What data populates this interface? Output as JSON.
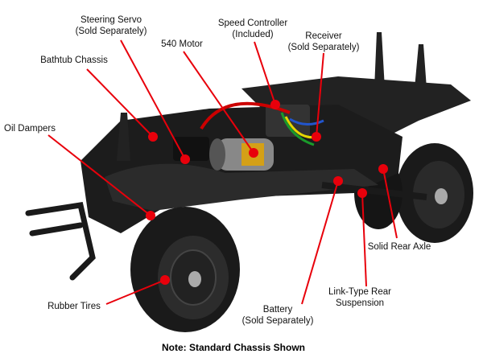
{
  "labels": {
    "steering_servo": {
      "line1": "Steering Servo",
      "line2": "(Sold Separately)"
    },
    "speed_controller": {
      "line1": "Speed Controller",
      "line2": "(Included)"
    },
    "motor": {
      "line1": "540 Motor"
    },
    "receiver": {
      "line1": "Receiver",
      "line2": "(Sold Separately)"
    },
    "bathtub_chassis": {
      "line1": "Bathtub Chassis"
    },
    "oil_dampers": {
      "line1": "Oil Dampers"
    },
    "rubber_tires": {
      "line1": "Rubber Tires"
    },
    "battery": {
      "line1": "Battery",
      "line2": "(Sold Separately)"
    },
    "link_suspension": {
      "line1": "Link-Type Rear",
      "line2": "Suspension"
    },
    "solid_rear_axle": {
      "line1": "Solid Rear Axle"
    }
  },
  "note": "Note: Standard Chassis Shown",
  "colors": {
    "callout": "#e8000b",
    "chassis": "#1c1c1c"
  }
}
